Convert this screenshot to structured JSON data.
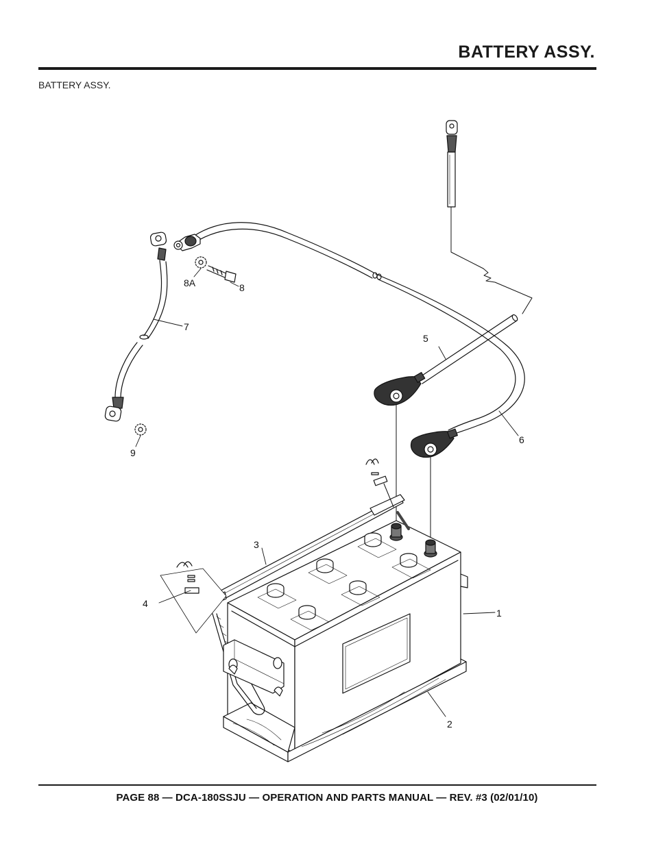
{
  "header": {
    "title": "BATTERY ASSY."
  },
  "subtitle": "BATTERY ASSY.",
  "callouts": {
    "c1": "1",
    "c2": "2",
    "c3": "3",
    "c4": "4",
    "c5": "5",
    "c6": "6",
    "c7": "7",
    "c8": "8",
    "c8a": "8A",
    "c9": "9"
  },
  "footer": {
    "text": "PAGE 88 — DCA-180SSJU — OPERATION AND PARTS  MANUAL — REV. #3  (02/01/10)"
  }
}
